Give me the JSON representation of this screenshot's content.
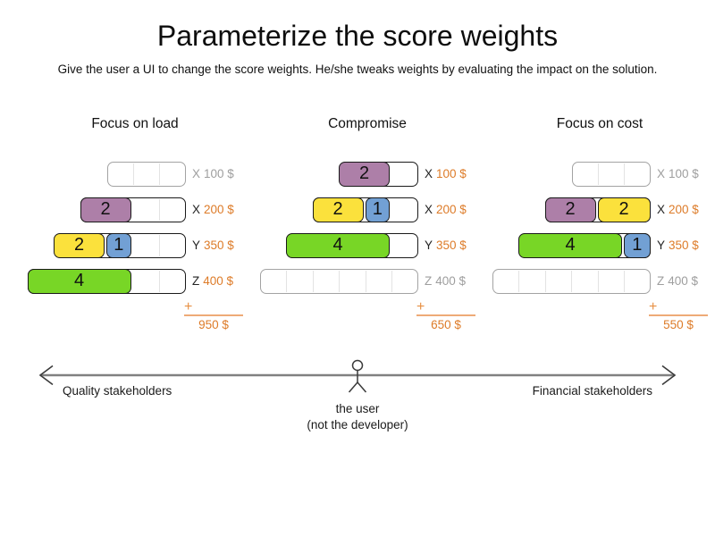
{
  "title": "Parameterize the score weights",
  "subtitle": "Give the user a UI to change the score weights. He/she tweaks weights by evaluating the impact on the solution.",
  "panels": [
    {
      "title": "Focus on load",
      "plus": "+",
      "sum": "950 $",
      "rows": [
        {
          "letter": "X",
          "price": "100 $",
          "units": 3,
          "filled": false,
          "segments": []
        },
        {
          "letter": "X",
          "price": "200 $",
          "units": 4,
          "filled": true,
          "segments": [
            {
              "value": "2",
              "units": 2,
              "color": "plum"
            }
          ]
        },
        {
          "letter": "Y",
          "price": "350 $",
          "units": 5,
          "filled": true,
          "segments": [
            {
              "value": "2",
              "units": 2,
              "color": "butter"
            },
            {
              "value": "1",
              "units": 1,
              "color": "sky"
            }
          ]
        },
        {
          "letter": "Z",
          "price": "400 $",
          "units": 6,
          "filled": true,
          "segments": [
            {
              "value": "4",
              "units": 4,
              "color": "green"
            }
          ]
        }
      ]
    },
    {
      "title": "Compromise",
      "plus": "+",
      "sum": "650 $",
      "rows": [
        {
          "letter": "X",
          "price": "100 $",
          "units": 3,
          "filled": true,
          "segments": [
            {
              "value": "2",
              "units": 2,
              "color": "plum"
            }
          ]
        },
        {
          "letter": "X",
          "price": "200 $",
          "units": 4,
          "filled": true,
          "segments": [
            {
              "value": "2",
              "units": 2,
              "color": "butter"
            },
            {
              "value": "1",
              "units": 1,
              "color": "sky"
            }
          ]
        },
        {
          "letter": "Y",
          "price": "350 $",
          "units": 5,
          "filled": true,
          "segments": [
            {
              "value": "4",
              "units": 4,
              "color": "green"
            }
          ]
        },
        {
          "letter": "Z",
          "price": "400 $",
          "units": 6,
          "filled": false,
          "segments": []
        }
      ]
    },
    {
      "title": "Focus on cost",
      "plus": "+",
      "sum": "550 $",
      "rows": [
        {
          "letter": "X",
          "price": "100 $",
          "units": 3,
          "filled": false,
          "segments": []
        },
        {
          "letter": "X",
          "price": "200 $",
          "units": 4,
          "filled": true,
          "segments": [
            {
              "value": "2",
              "units": 2,
              "color": "plum"
            },
            {
              "value": "2",
              "units": 2,
              "color": "butter"
            }
          ]
        },
        {
          "letter": "Y",
          "price": "350 $",
          "units": 5,
          "filled": true,
          "segments": [
            {
              "value": "4",
              "units": 4,
              "color": "green"
            },
            {
              "value": "1",
              "units": 1,
              "color": "sky"
            }
          ]
        },
        {
          "letter": "Z",
          "price": "400 $",
          "units": 6,
          "filled": false,
          "segments": []
        }
      ]
    }
  ],
  "axis": {
    "left_label": "Quality stakeholders",
    "right_label": "Financial stakeholders",
    "user_label": "the user",
    "user_sublabel": "(not the developer)"
  },
  "colors": {
    "plum": "#ad7fa8",
    "butter": "#fbe13c",
    "sky": "#72a0d4",
    "green": "#78d626",
    "orange_text": "#dd7b28",
    "orange_light_plus": "#e79044",
    "orange_light_line": "#eeaa77",
    "grey_text": "#9e9e9e",
    "dark_text": "#222222",
    "border_dark": "#1a1a1a",
    "border_grey": "#a3a3a3",
    "divider": "#e3e3e3",
    "arrow_line": "#808080",
    "arrow_dark": "#3a3a3a"
  }
}
